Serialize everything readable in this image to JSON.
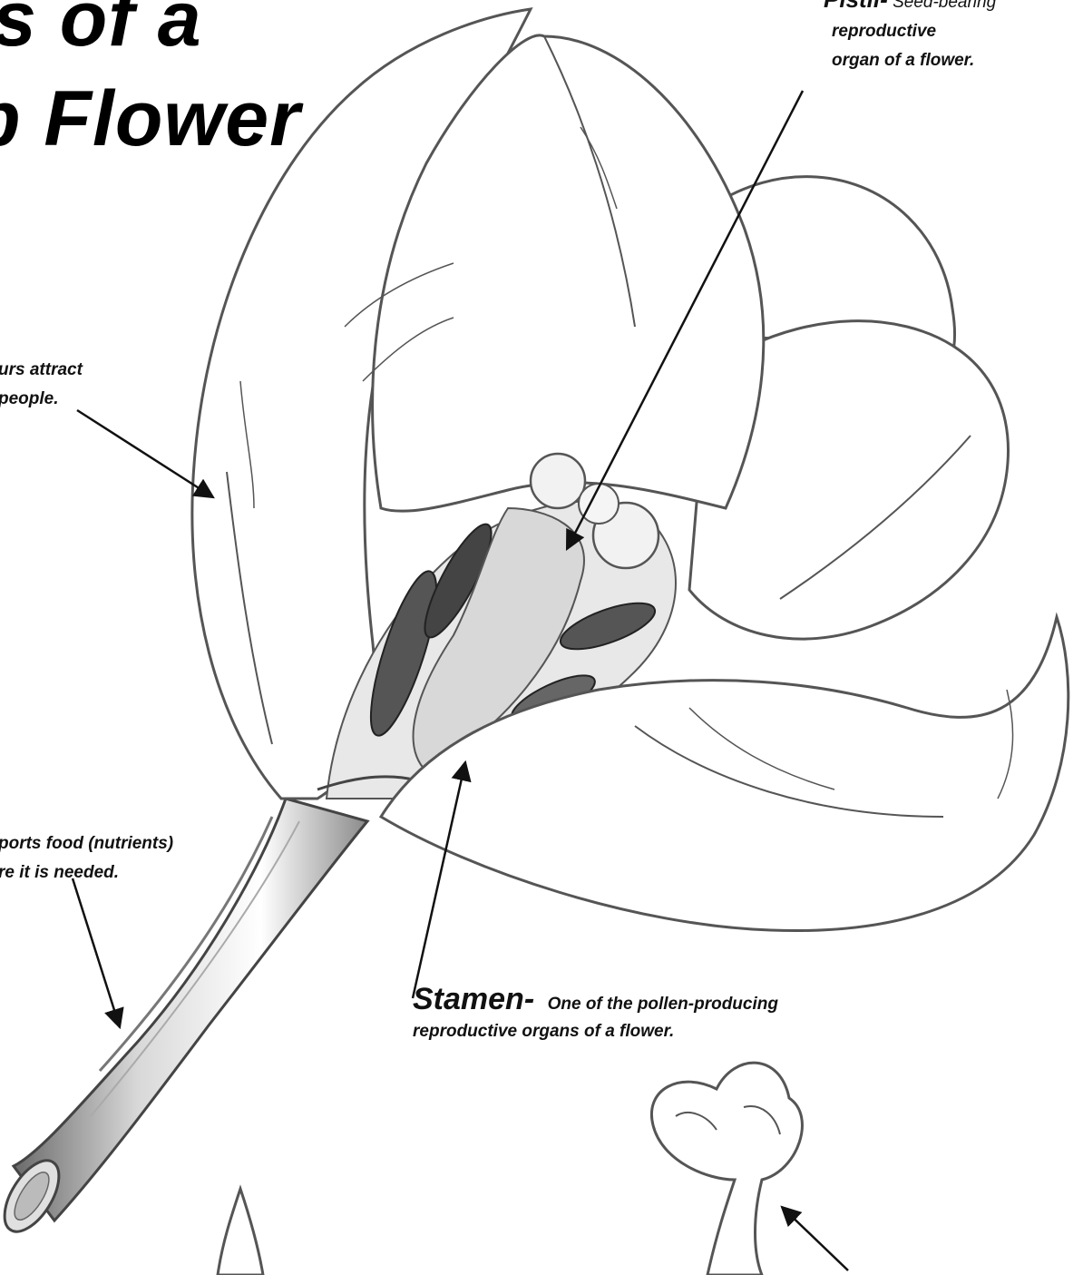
{
  "title": {
    "line1": "s of a",
    "line2": "p Flower"
  },
  "labels": {
    "pistil": {
      "term": "Pistil-",
      "line1_rest": " Seed-bearing",
      "line2": "reproductive",
      "line3": "organ of a flower."
    },
    "petal": {
      "line1": "urs attract",
      "line2": "people."
    },
    "stem": {
      "line1": "ports food (nutrients)",
      "line2": "re it is needed."
    },
    "stamen": {
      "term": "Stamen-",
      "line1_rest": "One of the pollen-producing",
      "line2": "reproductive organs of a flower."
    }
  },
  "colors": {
    "ink": "#111111",
    "line": "#555555",
    "shade": "#9a9a9a",
    "paper": "#ffffff"
  }
}
